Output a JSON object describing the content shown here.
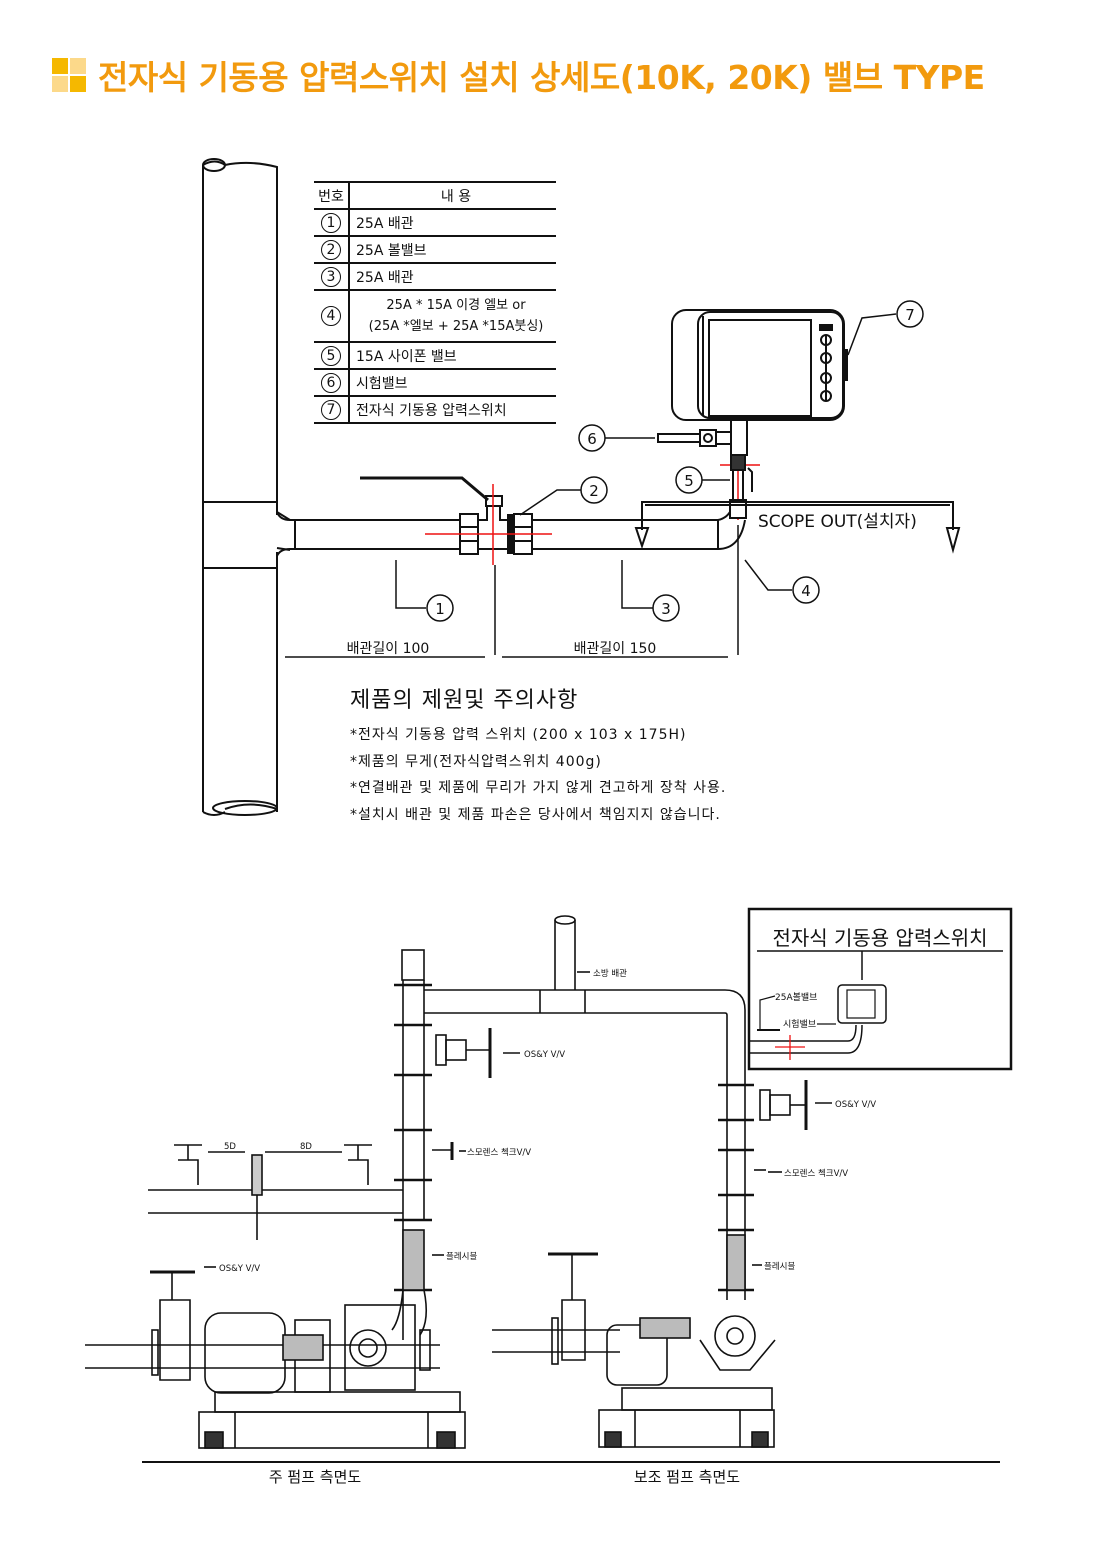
{
  "header": {
    "title": "전자식 기동용 압력스위치 설치 상세도(10K, 20K) 밸브 TYPE",
    "title_color": "#F29A0E",
    "icon": "four-squares-icon",
    "icon_colors": [
      "#F5B800",
      "#FCD98A"
    ]
  },
  "detail_panel": {
    "legend": {
      "header_no": "번호",
      "header_desc": "내          용",
      "rows": [
        {
          "no": "1",
          "desc": "25A 배관"
        },
        {
          "no": "2",
          "desc": "25A 볼밸브"
        },
        {
          "no": "3",
          "desc": "25A 배관"
        },
        {
          "no": "4",
          "desc": "25A * 15A 이경 엘보 or",
          "desc2": "(25A *엘보 + 25A *15A붓싱)"
        },
        {
          "no": "5",
          "desc": "15A 사이폰 밸브"
        },
        {
          "no": "6",
          "desc": "시험밸브"
        },
        {
          "no": "7",
          "desc": "전자식 기동용 압력스위치"
        }
      ]
    },
    "callouts": [
      "1",
      "2",
      "3",
      "4",
      "5",
      "6",
      "7"
    ],
    "scope_label": "SCOPE OUT(설치자)",
    "dim_1": "배관길이 100",
    "dim_2": "배관길이 150",
    "specs": {
      "title": "제품의 제원및 주의사항",
      "lines": [
        "*전자식 기동용 압력 스위치 (200 x 103 x 175H)",
        "*제품의 무게(전자식압력스위치 400g)",
        "*연결배관 및 제품에 무리가 가지 않게 견고하게 장착 사용.",
        "*설치시 배관 및 제품 파손은 당사에서 책임지지 않습니다."
      ]
    }
  },
  "system_panel": {
    "inset_title": "전자식 기동용 압력스위치",
    "inset_ball_valve": "25A볼밸브",
    "inset_test_valve": "시험밸브",
    "fire_pipe": "소방 배관",
    "osy_valve": "OS&Y V/V",
    "check_valve": "스모렌스 첵크V/V",
    "flexible": "플레시블",
    "dim_5d": "5D",
    "dim_8d": "8D",
    "main_pump_caption": "주 펌프 측면도",
    "aux_pump_caption": "보조 펌프 측면도"
  }
}
